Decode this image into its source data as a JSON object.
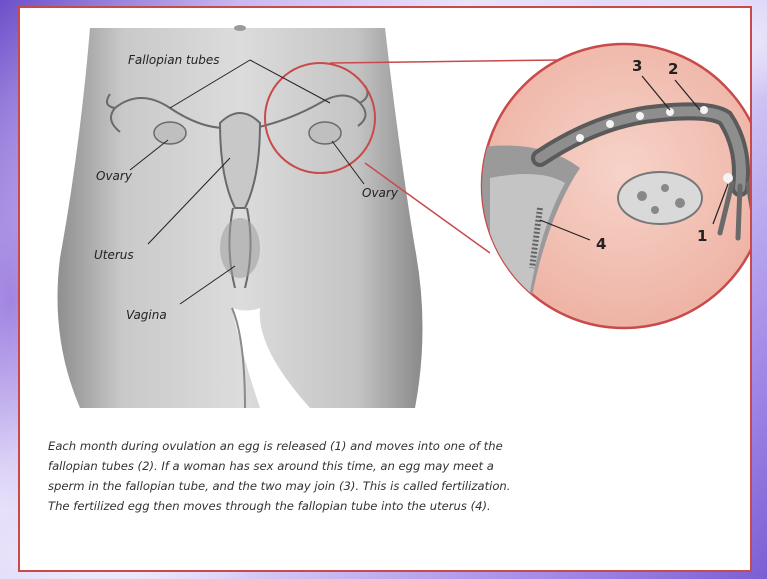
{
  "labels": {
    "fallopian_tubes": "Fallopian tubes",
    "ovary_left": "Ovary",
    "ovary_right": "Ovary",
    "uterus": "Uterus",
    "vagina": "Vagina"
  },
  "callouts": {
    "n1": "1",
    "n2": "2",
    "n3": "3",
    "n4": "4"
  },
  "caption": {
    "lines": [
      "Each month during ovulation an egg is released (1) and moves into one of the",
      "fallopian tubes (2). If a woman has sex around this time, an egg may meet a",
      "sperm in the fallopian tube, and the two may join (3). This is called fertilization.",
      "The fertilized egg then moves through the fallopian tube into the uterus (4)."
    ]
  },
  "colors": {
    "frame": "#c94a4a",
    "inset_fill": "#f2c2b6",
    "body_fill": "#bdbdbd"
  }
}
